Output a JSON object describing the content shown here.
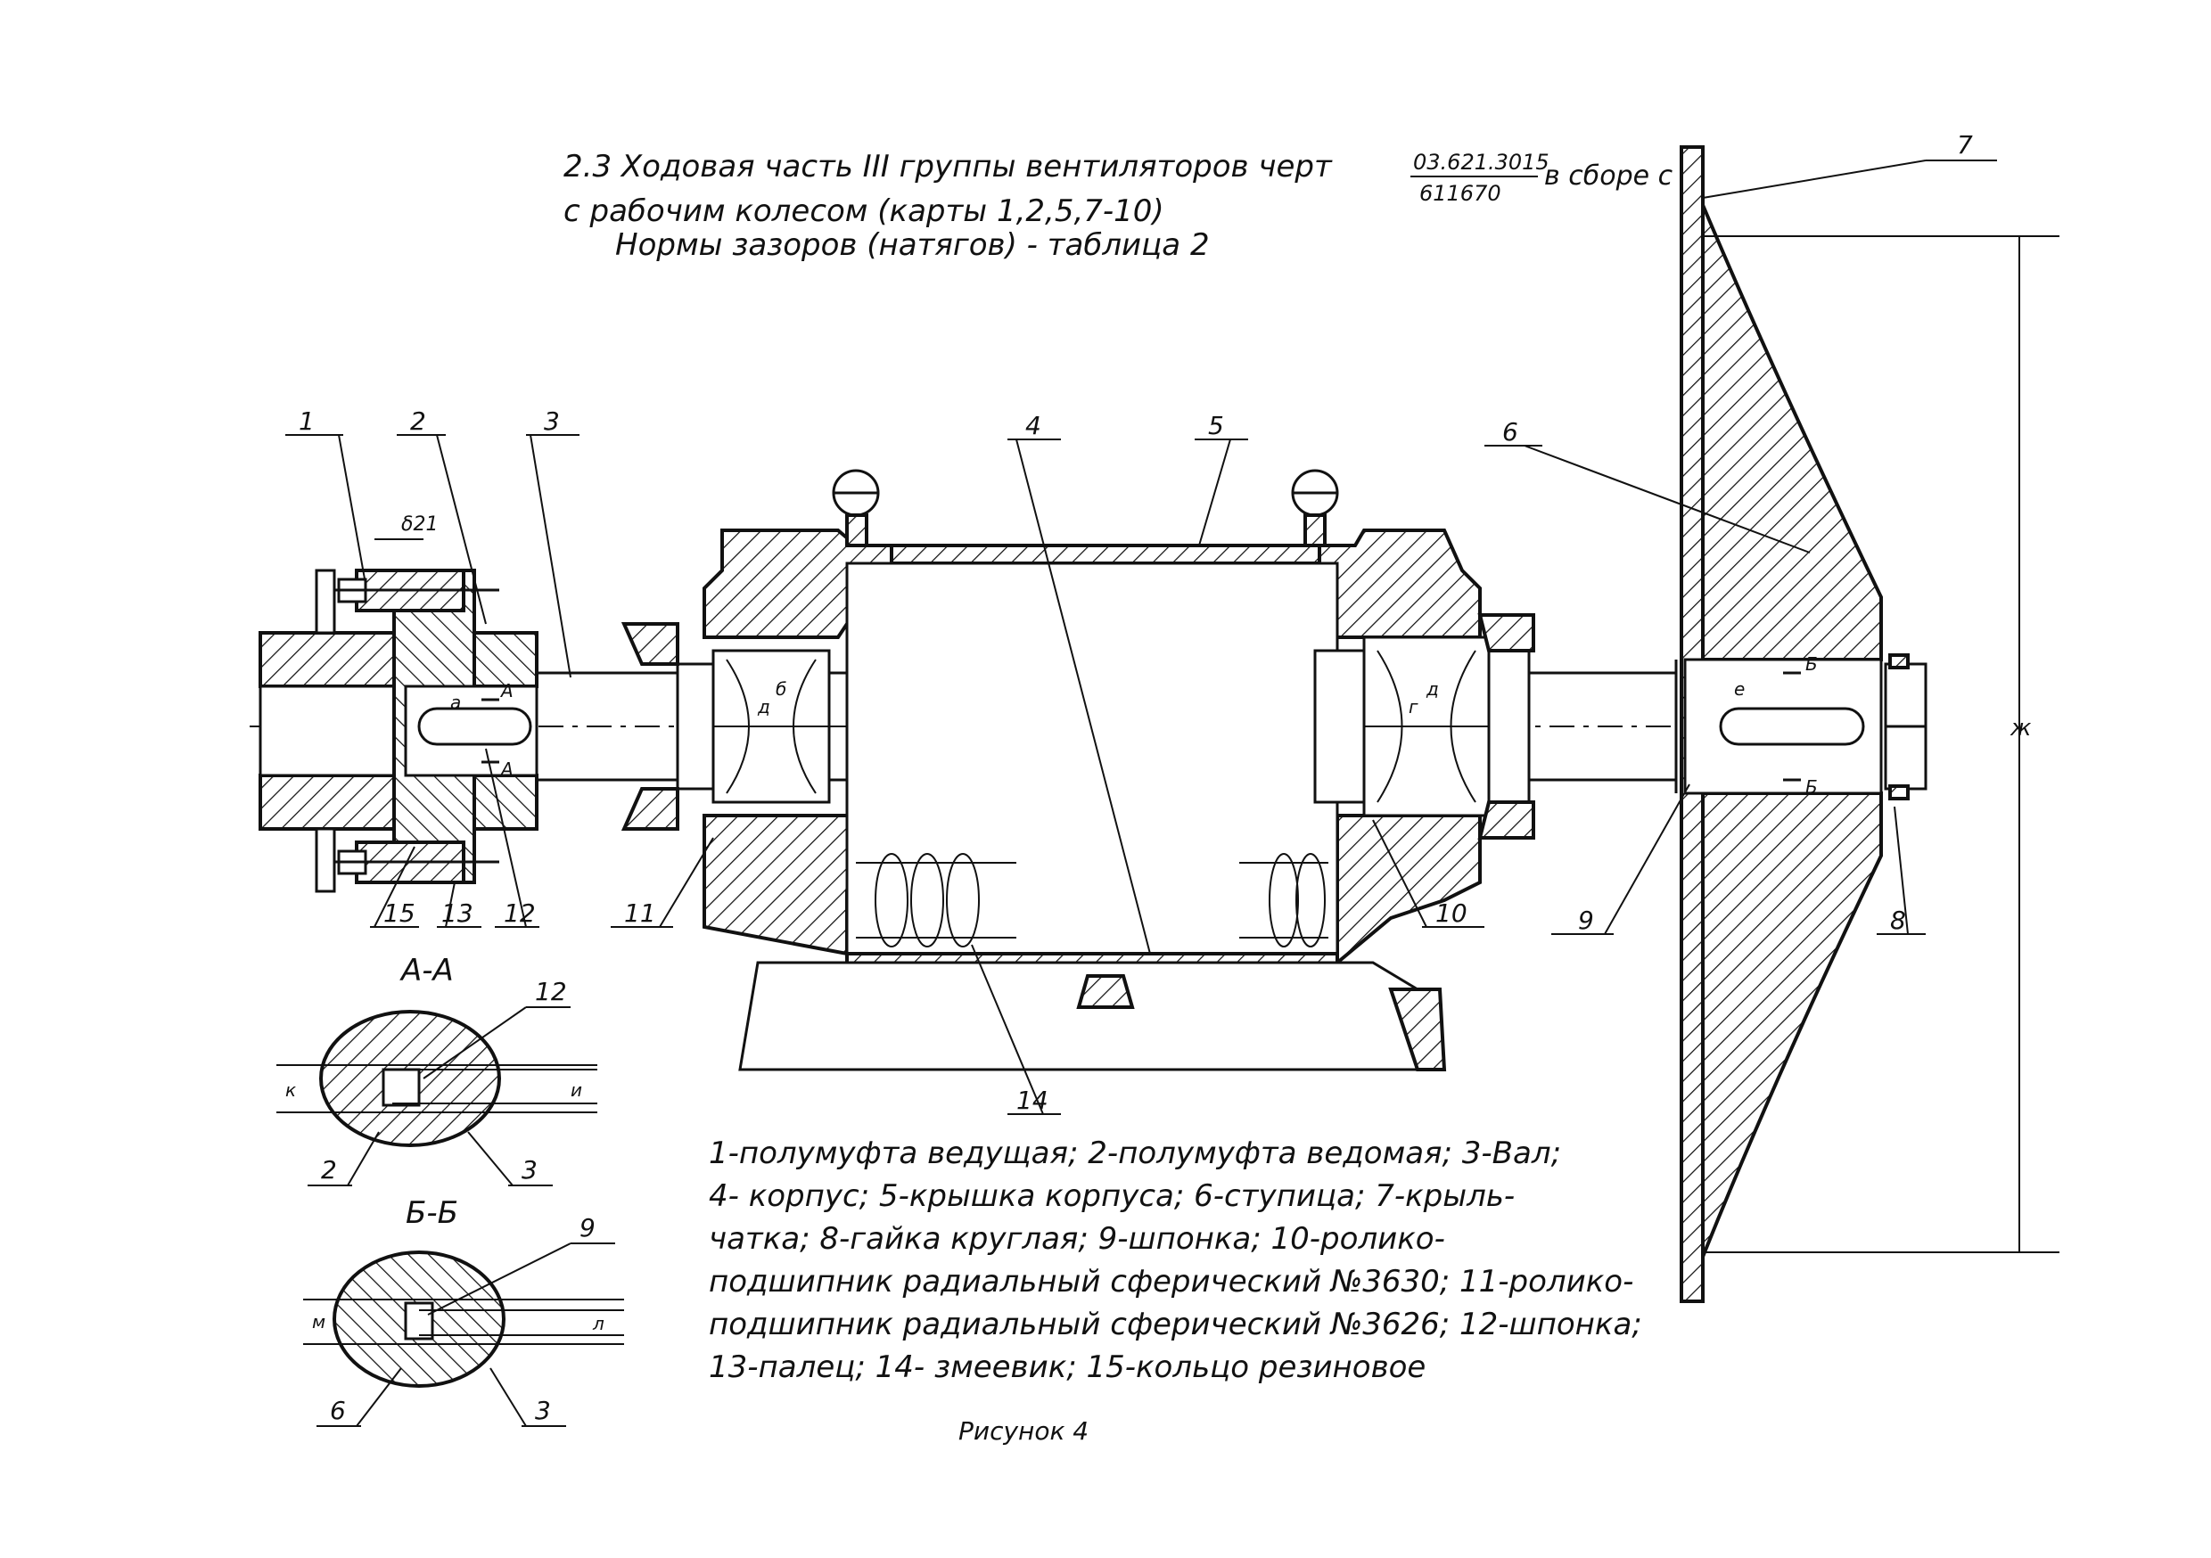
{
  "title": {
    "line1_prefix": "2.3  Ходовая   часть  III группы  вентиляторов черт",
    "drawing_number_top": "03.621.3015",
    "drawing_number_bottom": "611670",
    "line1_suffix": "в сборе с",
    "line2": "с рабочим колесом (карты 1,2,5,7-10)",
    "line3": "Нормы зазоров (натягов) - таблица 2"
  },
  "callouts": {
    "c1": "1",
    "c2": "2",
    "c3": "3",
    "c4": "4",
    "c5": "5",
    "c6": "6",
    "c7": "7",
    "c8": "8",
    "c9": "9",
    "c10": "10",
    "c11": "11",
    "c12": "12",
    "c13": "13",
    "c14": "14",
    "c15": "15"
  },
  "dimensions": {
    "gap": "δ21",
    "diameter_label": "ж",
    "a": "а",
    "b": "б",
    "d": "д",
    "e": "е",
    "g": "г",
    "section_a_marker": "А",
    "section_b_marker": "Б",
    "sec_a_left": "к",
    "sec_a_right": "и",
    "sec_b_left": "м",
    "sec_b_right": "л"
  },
  "sections": {
    "aa": {
      "title": "А-А",
      "label_12": "12",
      "label_2": "2",
      "label_3": "3"
    },
    "bb": {
      "title": "Б-Б",
      "label_9": "9",
      "label_6": "6",
      "label_3": "3"
    }
  },
  "legend": {
    "line1": "1-полумуфта ведущая; 2-полумуфта ведомая; 3-Вал;",
    "line2": "4- корпус; 5-крышка корпуса; 6-ступица; 7-крыль-",
    "line3": "чатка; 8-гайка круглая; 9-шпонка; 10-ролико-",
    "line4": "подшипник радиальный сферический №3630; 11-ролико-",
    "line5": "подшипник радиальный сферический №3626; 12-шпонка;",
    "line6": "13-палец;   14- змеевик; 15-кольцо резиновое"
  },
  "caption": "Рисунок 4"
}
